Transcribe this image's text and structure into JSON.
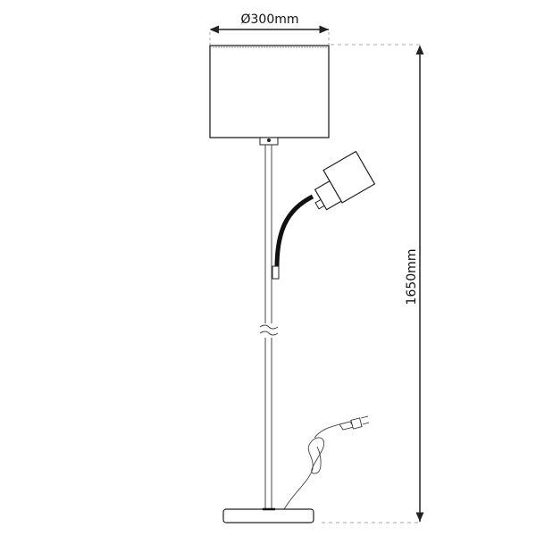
{
  "diagram": {
    "type": "technical-drawing",
    "subject": "floor lamp with reading arm",
    "dimensions": {
      "shade_diameter_label": "Ø300mm",
      "height_label": "1650mm"
    },
    "components": [
      {
        "name": "drum-shade"
      },
      {
        "name": "pole"
      },
      {
        "name": "flexible-gooseneck-arm"
      },
      {
        "name": "spotlight-head"
      },
      {
        "name": "cut-break-mark"
      },
      {
        "name": "power-cord-with-plug"
      },
      {
        "name": "base"
      }
    ],
    "colors": {
      "line": "#222222",
      "dash": "#999999",
      "background": "#ffffff"
    }
  }
}
